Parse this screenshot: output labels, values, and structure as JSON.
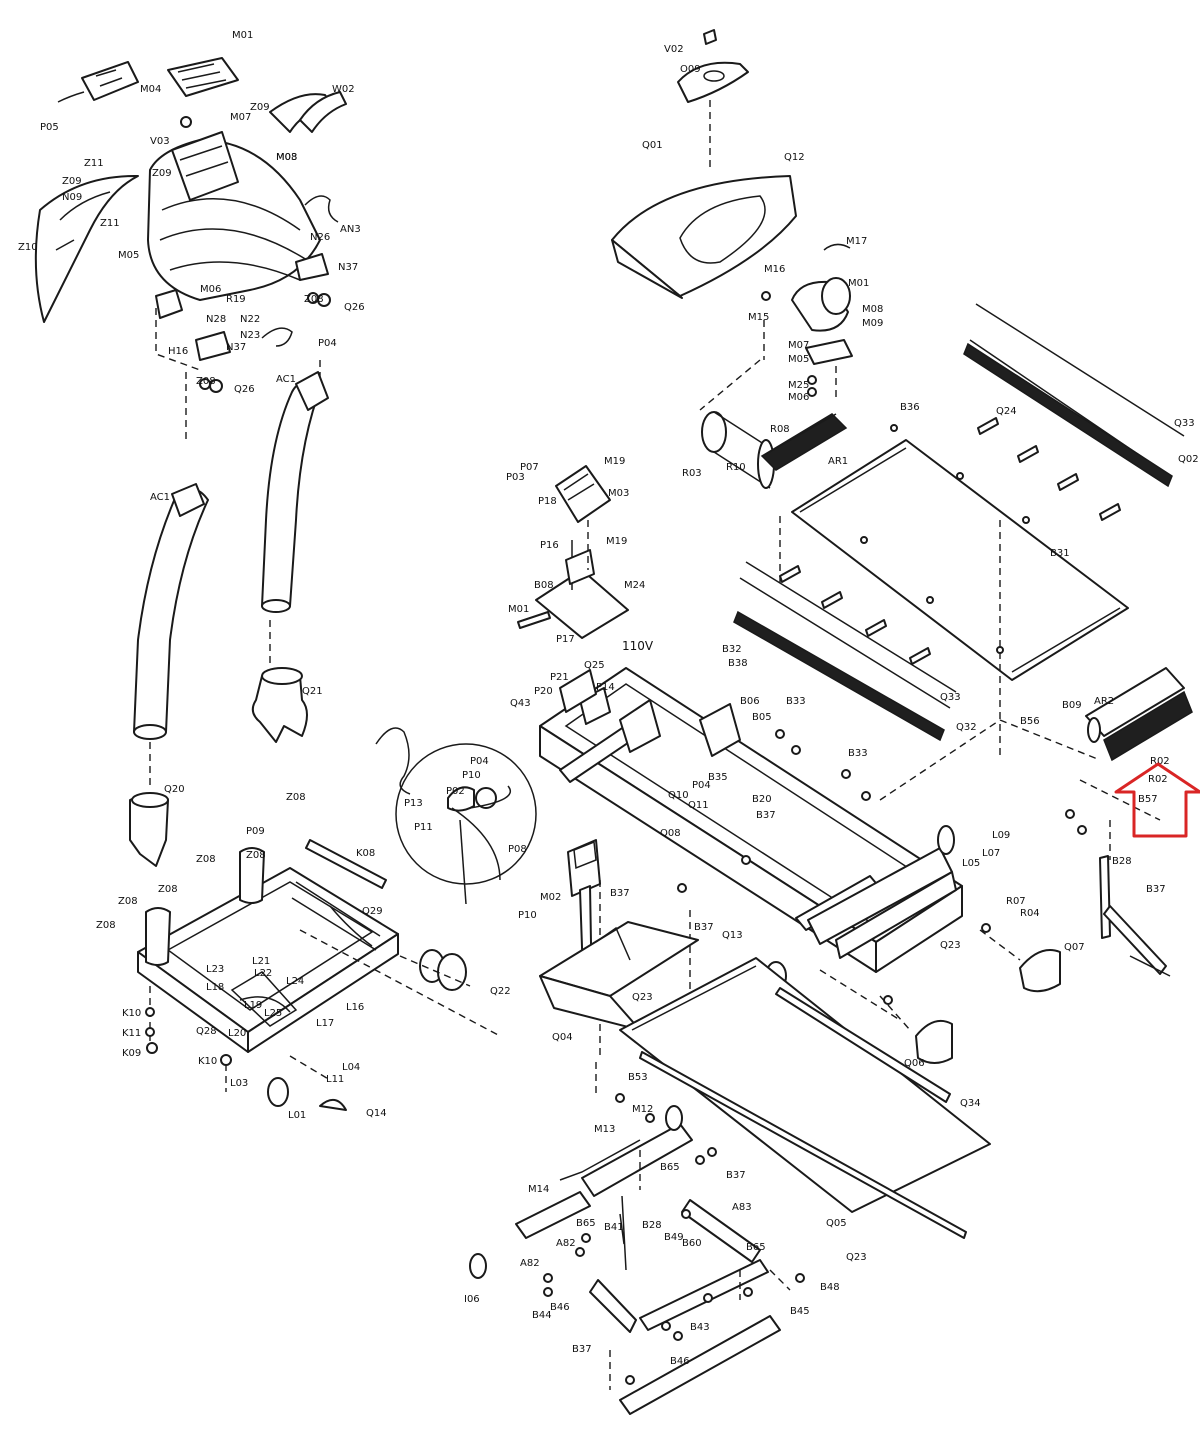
{
  "diagram": {
    "labels": [
      "M01",
      "V02",
      "O09",
      "M04",
      "P05",
      "Z09",
      "V03",
      "M07",
      "Z11",
      "N09",
      "Z10",
      "M05",
      "Z11",
      "Z09",
      "M03",
      "N26",
      "N37",
      "Z08",
      "Q26",
      "Z09",
      "W02",
      "AN3",
      "M06",
      "M08",
      "R19",
      "N22",
      "N23",
      "N28",
      "N37",
      "H16",
      "Z08",
      "Q26",
      "P04",
      "AC1",
      "AC1",
      "Q21",
      "Q20",
      "P09",
      "Z08",
      "Z08",
      "Z08",
      "Z08",
      "Z08",
      "Z08",
      "K08",
      "Q29",
      "L21",
      "L22",
      "L23",
      "L24",
      "L16",
      "L17",
      "L18",
      "L19",
      "L20",
      "L25",
      "K10",
      "K11",
      "K09",
      "K10",
      "L03",
      "L04",
      "L11",
      "L01",
      "Q14",
      "Q22",
      "Q28",
      "Q01",
      "Q12",
      "M17",
      "M16",
      "M15",
      "M01",
      "M08",
      "M09",
      "M07",
      "M05",
      "M25",
      "M06",
      "R08",
      "R03",
      "R10",
      "AR1",
      "B36",
      "Q24",
      "Q33",
      "Q02",
      "P07",
      "M19",
      "P03",
      "M03",
      "P18",
      "P16",
      "M19",
      "P17",
      "B08",
      "M24",
      "M01",
      "B31",
      "Q33",
      "Q32",
      "110V",
      "Q25",
      "P21",
      "P20",
      "Q43",
      "P14",
      "B38",
      "B32",
      "B06",
      "B05",
      "B33",
      "B35",
      "B33",
      "B20",
      "B37",
      "B37",
      "P04",
      "P10",
      "P02",
      "P13",
      "P11",
      "P08",
      "P10",
      "Q11",
      "Q10",
      "Q13",
      "P04",
      "Q08",
      "M02",
      "B37",
      "Q04",
      "Q23",
      "L09",
      "L07",
      "L05",
      "R07",
      "R04",
      "Q07",
      "B56",
      "B09",
      "AR2",
      "R02",
      "B57",
      "B28",
      "B37",
      "Q23",
      "Q06",
      "Q34",
      "Q05",
      "Q23",
      "B53",
      "M12",
      "M13",
      "M14",
      "B65",
      "B37",
      "B41",
      "B28",
      "B49",
      "B60",
      "A82",
      "B65",
      "A83",
      "B46",
      "B44",
      "I06",
      "A82",
      "B48",
      "B45",
      "B37",
      "B65",
      "B43",
      "B46"
    ],
    "highlight_label": "R02",
    "colors": {
      "ink": "#1a1a1a",
      "callout_arrow": "#d92525"
    }
  }
}
